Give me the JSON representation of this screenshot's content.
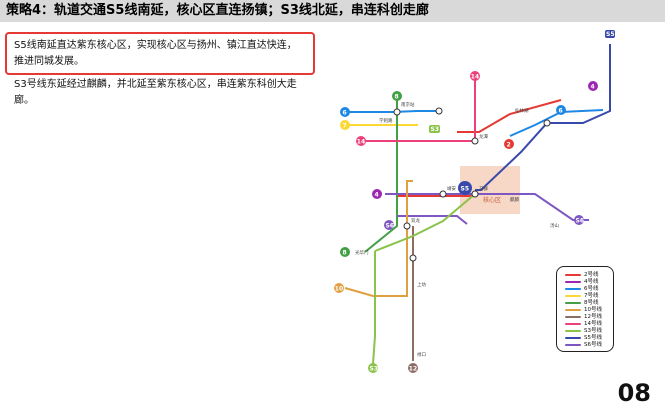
{
  "header": {
    "title": "策略4：轨道交通S5线南延，核心区直连扬镇；S3线北延，串连科创走廊"
  },
  "text": {
    "para1": "S5线南延直达紫东核心区，实现核心区与扬州、镇江直达快连，推进同城发展。",
    "para2": "S3号线东延经过麒麟，并北延至紫东核心区，串连紫东科创大走廊。"
  },
  "map": {
    "core_label": "核心区",
    "line_markers": {
      "s5_top": "S5",
      "s5_left": "S5",
      "s6_right": "S6",
      "s6_left": "S6",
      "s3_bottom": "S3",
      "l2": "2",
      "l4_left": "4",
      "l4_top": "4",
      "l6_left": "6",
      "l6_right": "6",
      "l7": "7",
      "l8_left": "8",
      "l8_top": "8",
      "l10": "10",
      "l12": "12",
      "l14_top": "14",
      "l14_left": "14",
      "l3": "S3"
    },
    "stations": {
      "a": "龙潭",
      "b": "仙林湖",
      "c": "靖安",
      "d": "马群",
      "e": "麒麟",
      "f": "汤山",
      "g": "上坊",
      "h": "禄口",
      "i": "光华门",
      "j": "南京站",
      "k": "双龙",
      "l": "学则路"
    }
  },
  "legend": {
    "items": [
      {
        "label": "2号线",
        "color": "#e53935"
      },
      {
        "label": "4号线",
        "color": "#9c27b0"
      },
      {
        "label": "6号线",
        "color": "#1e88e5"
      },
      {
        "label": "7号线",
        "color": "#fdd835"
      },
      {
        "label": "8号线",
        "color": "#43a047"
      },
      {
        "label": "10号线",
        "color": "#e0a040"
      },
      {
        "label": "12号线",
        "color": "#8d6e63"
      },
      {
        "label": "14号线",
        "color": "#ec407a"
      },
      {
        "label": "S3号线",
        "color": "#8bc34a"
      },
      {
        "label": "S5号线",
        "color": "#3949ab"
      },
      {
        "label": "S6号线",
        "color": "#7e57c2"
      }
    ]
  },
  "page": {
    "number": "08"
  }
}
